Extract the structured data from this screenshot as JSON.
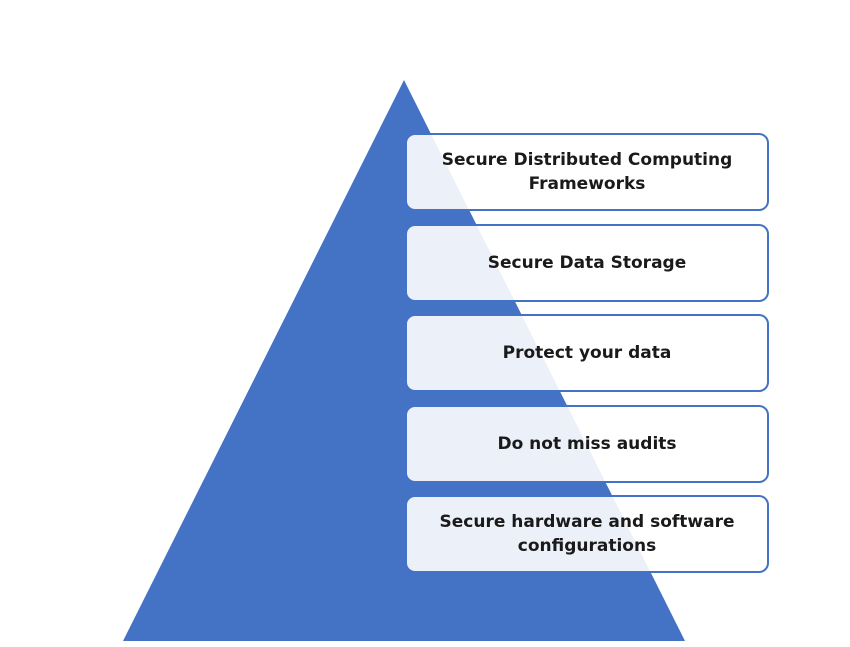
{
  "colors": {
    "pyramid_fill": "#4472c4",
    "box_border": "#4472c4",
    "box_fill": "#ffffff",
    "text": "#1a1a1a"
  },
  "levels": [
    {
      "label": "Secure Distributed Computing Frameworks"
    },
    {
      "label": "Secure Data Storage"
    },
    {
      "label": "Protect your data"
    },
    {
      "label": "Do not miss audits"
    },
    {
      "label": "Secure hardware and software configurations"
    }
  ]
}
